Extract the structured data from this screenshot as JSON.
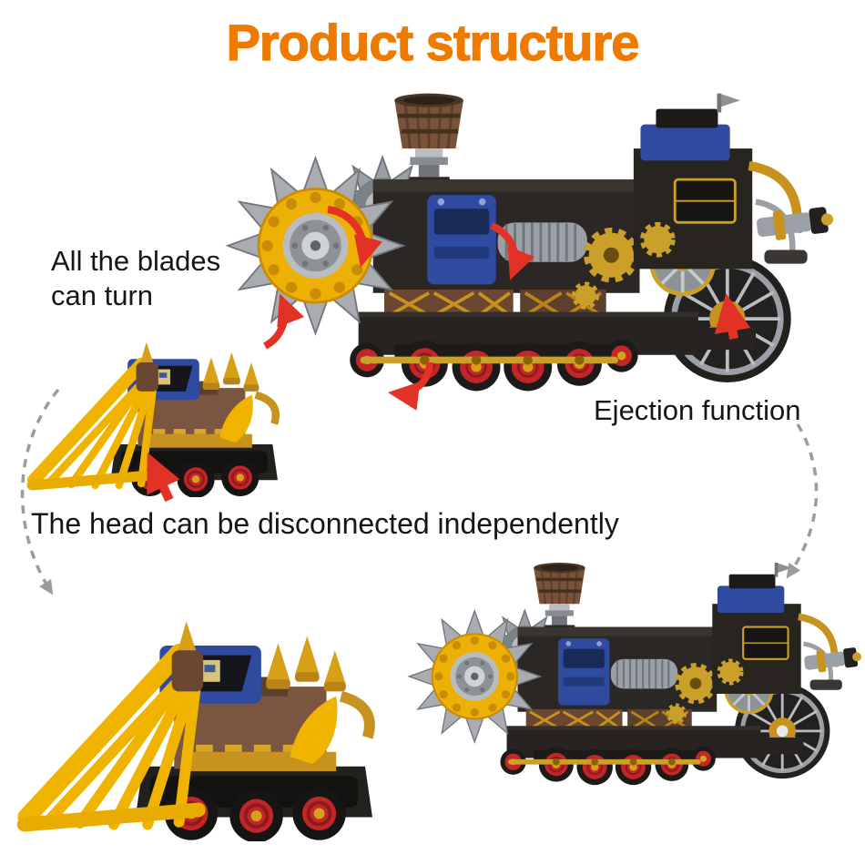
{
  "title": {
    "text": "Product structure"
  },
  "annotations": {
    "blades": {
      "line1": "All the blades",
      "line2": "can turn"
    },
    "ejection": {
      "text": "Ejection function"
    },
    "head_disconnect": {
      "text": "The head can be disconnected independently"
    }
  },
  "figures": {
    "main_train": "assembled block train with rotating blade wheel",
    "head_cart_small": "detachable head cart",
    "head_cart_large": "detachable head cart enlarged",
    "train_rear": "train body shown separated from head"
  },
  "palette": {
    "title_orange": "#ee7a00",
    "text_black": "#161616",
    "arrow_red": "#e23125",
    "dashed_gray": "#9c9c9c",
    "toy_yellow": "#f0b400",
    "toy_gold": "#c8921e",
    "toy_blue": "#2e4ba0",
    "toy_brown": "#7a5640",
    "toy_dark": "#23211f",
    "toy_silver": "#9aa0a5",
    "wheel_red": "#c32629"
  }
}
